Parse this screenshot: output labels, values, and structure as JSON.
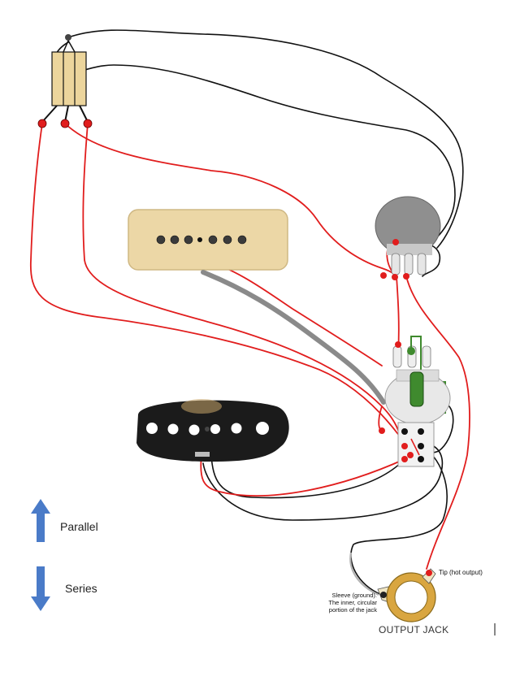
{
  "legend": {
    "up_label": "Parallel",
    "down_label": "Series",
    "arrow_color": "#4a7bc8"
  },
  "output_jack": {
    "title": "OUTPUT JACK",
    "tip_label": "Tip (hot output)",
    "sleeve_label": "Sleeve (ground).",
    "sleeve_desc_line1": "The inner, circular",
    "sleeve_desc_line2": "portion of the jack"
  },
  "colors": {
    "hot_wire": "#e11d1d",
    "ground_wire": "#111111",
    "solder_point": "#e11d1d",
    "capacitor": "#3f8a2e",
    "p90_cover": "#ecd7a6",
    "tele_pickup": "#1b1b1b",
    "pot_body": "#8f8f8f",
    "jack_ring": "#d9a640"
  },
  "components": {
    "top_switch": "push-pull-switch-icon",
    "p90": "p90-pickup-icon",
    "tele": "tele-bridge-pickup-icon",
    "volume_pot": "potentiometer-icon",
    "tone_pot": "push-pull-pot-icon",
    "jack": "output-jack-icon"
  }
}
